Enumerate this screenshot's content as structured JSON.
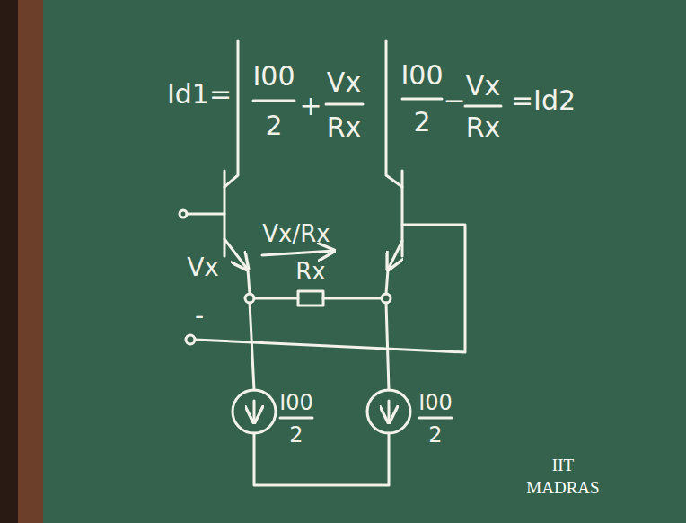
{
  "diagram": {
    "labels": [
      "Id1=",
      "I00",
      "2",
      "+",
      "Vx",
      "Rx",
      "I00",
      "2",
      "−",
      "Vx",
      "Rx",
      "=Id2",
      "Vx/Rx",
      "Rx",
      "Vx",
      "-",
      "I00",
      "2",
      "I00",
      "2",
      "IIT",
      "MADRAS"
    ]
  }
}
